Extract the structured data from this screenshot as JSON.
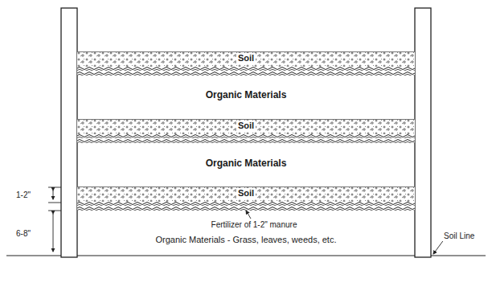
{
  "diagram": {
    "nodes": [
      {
        "text": [
          "Soil"
        ]
      },
      {
        "text": [
          "Soil"
        ]
      },
      {
        "text": [
          "Soil"
        ]
      }
    ],
    "labels": [
      "Organic Materials",
      "Organic Materials",
      "1-2\"",
      "6-8\"",
      "Fertilizer of 1-2\" manure",
      "Organic Materials - Grass, leaves, weeds, etc.",
      "Soil Line"
    ]
  }
}
